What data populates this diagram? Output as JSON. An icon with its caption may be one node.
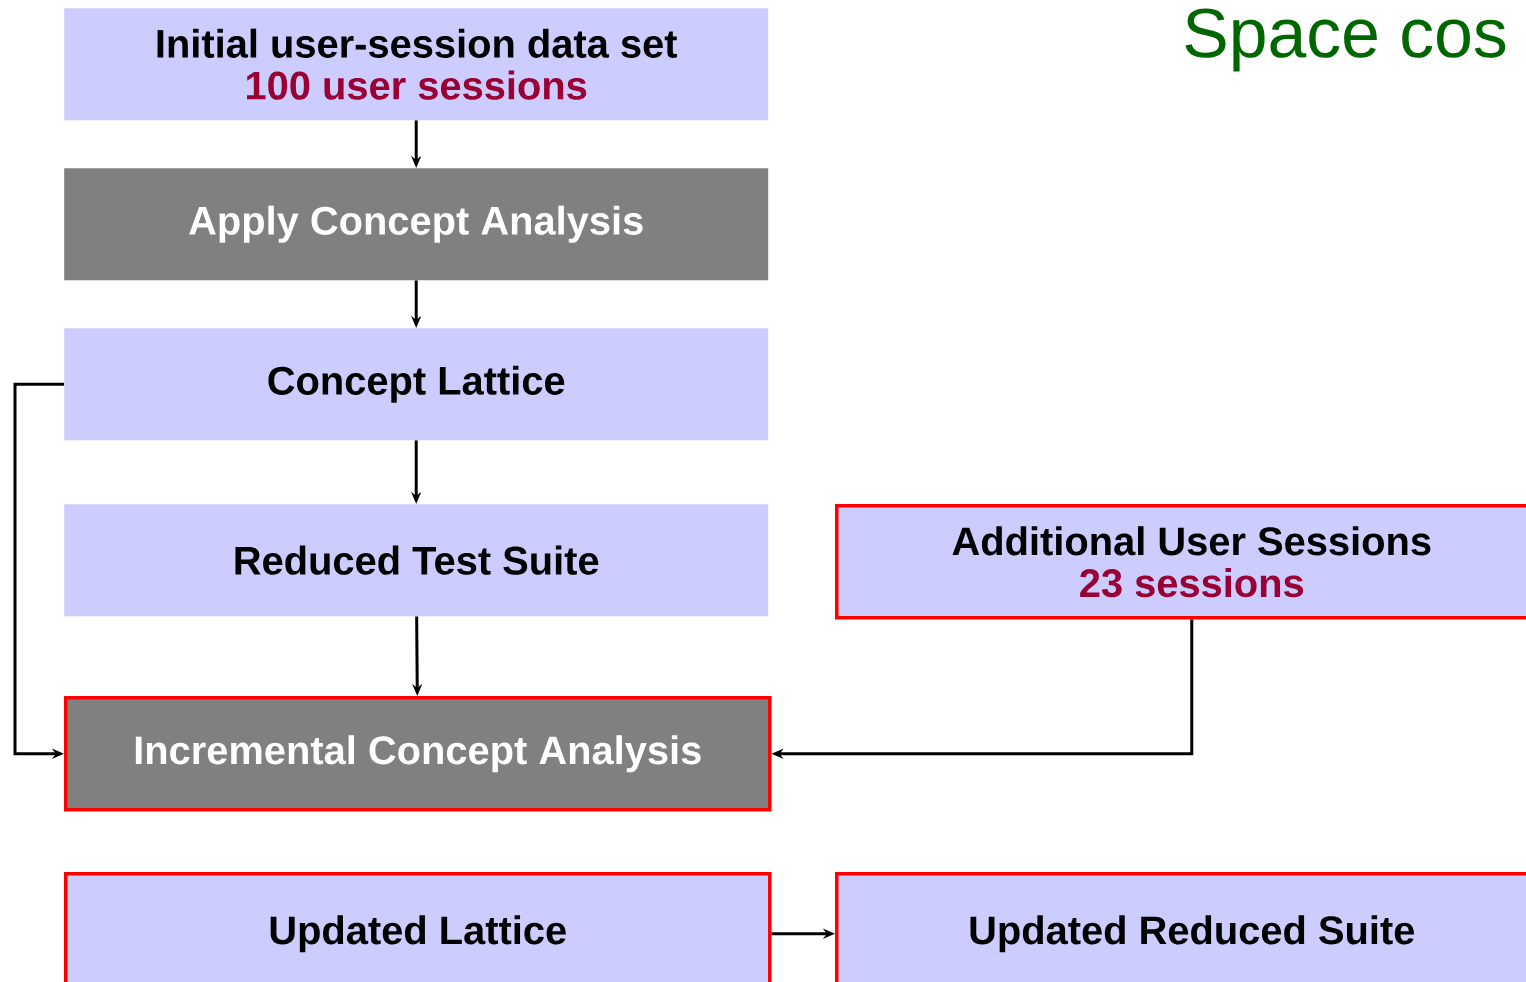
{
  "diagram": {
    "title": "Space cos",
    "nodes": [
      {
        "text": [
          "Initial user-session data set",
          "100 user sessions"
        ]
      },
      {
        "text": [
          "Apply Concept Analysis"
        ]
      },
      {
        "text": [
          "Concept Lattice"
        ]
      },
      {
        "text": [
          "Reduced Test Suite"
        ]
      },
      {
        "text": [
          "Incremental Concept Analysis"
        ]
      },
      {
        "text": [
          "Updated Lattice"
        ]
      },
      {
        "text": [
          "Additional User Sessions",
          "23 sessions"
        ]
      },
      {
        "text": [
          "Updated Reduced Suite"
        ]
      }
    ],
    "edges": [
      {
        "from": 0,
        "to": 1,
        "arrow": "to"
      },
      {
        "from": 1,
        "to": 2,
        "arrow": "to"
      },
      {
        "from": 2,
        "to": 3,
        "arrow": "to"
      },
      {
        "from": 3,
        "to": 4,
        "arrow": "to"
      },
      {
        "from": 2,
        "to": 4,
        "arrow": "to"
      },
      {
        "from": 6,
        "to": 4,
        "arrow": "to"
      },
      {
        "from": 5,
        "to": 7,
        "arrow": "to"
      }
    ]
  }
}
